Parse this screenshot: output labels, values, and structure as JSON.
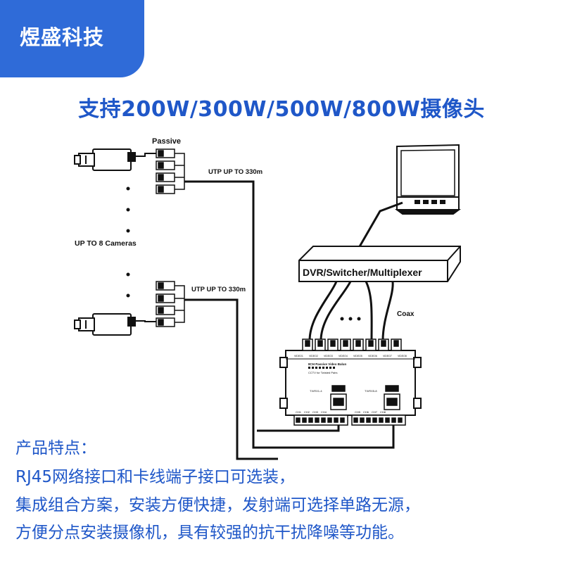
{
  "brand": {
    "name": "煜盛科技",
    "color": "#2f6bd8"
  },
  "headline": {
    "text": "支持200W/300W/500W/800W摄像头",
    "color": "#1f57c8"
  },
  "diagram": {
    "passive_label": "Passive",
    "utp_top_label": "UTP UP TO 330m",
    "utp_bottom_label": "UTP UP TO 330m",
    "cameras_label": "UP TO 8 Cameras",
    "dvr_label": "DVR/Switcher/Multiplexer",
    "coax_label": "Coax",
    "balun_title": "8CH Passive Video Balun",
    "balun_subtitle": "CCTV for Twisted Pairs",
    "ports": [
      "VIDEO1",
      "VIDEO2",
      "VIDEO3",
      "VIDEO4",
      "VIDEO5",
      "VIDEO6",
      "VIDEO7",
      "VIDEO8"
    ],
    "terminal_groups": [
      [
        "CH1",
        "CH2",
        "CH3",
        "CH4"
      ],
      [
        "CH5",
        "CH6",
        "CH7",
        "CH8"
      ]
    ],
    "rj45_labels": [
      "TX/RX1-4",
      "TX/RX5-8"
    ]
  },
  "features": {
    "title": "产品特点：",
    "lines": [
      "RJ45网络接口和卡线端子接口可选装，",
      "集成组合方案，安装方便快捷，发射端可选择单路无源，",
      "方便分点安装摄像机，具有较强的抗干扰降噪等功能。"
    ]
  }
}
